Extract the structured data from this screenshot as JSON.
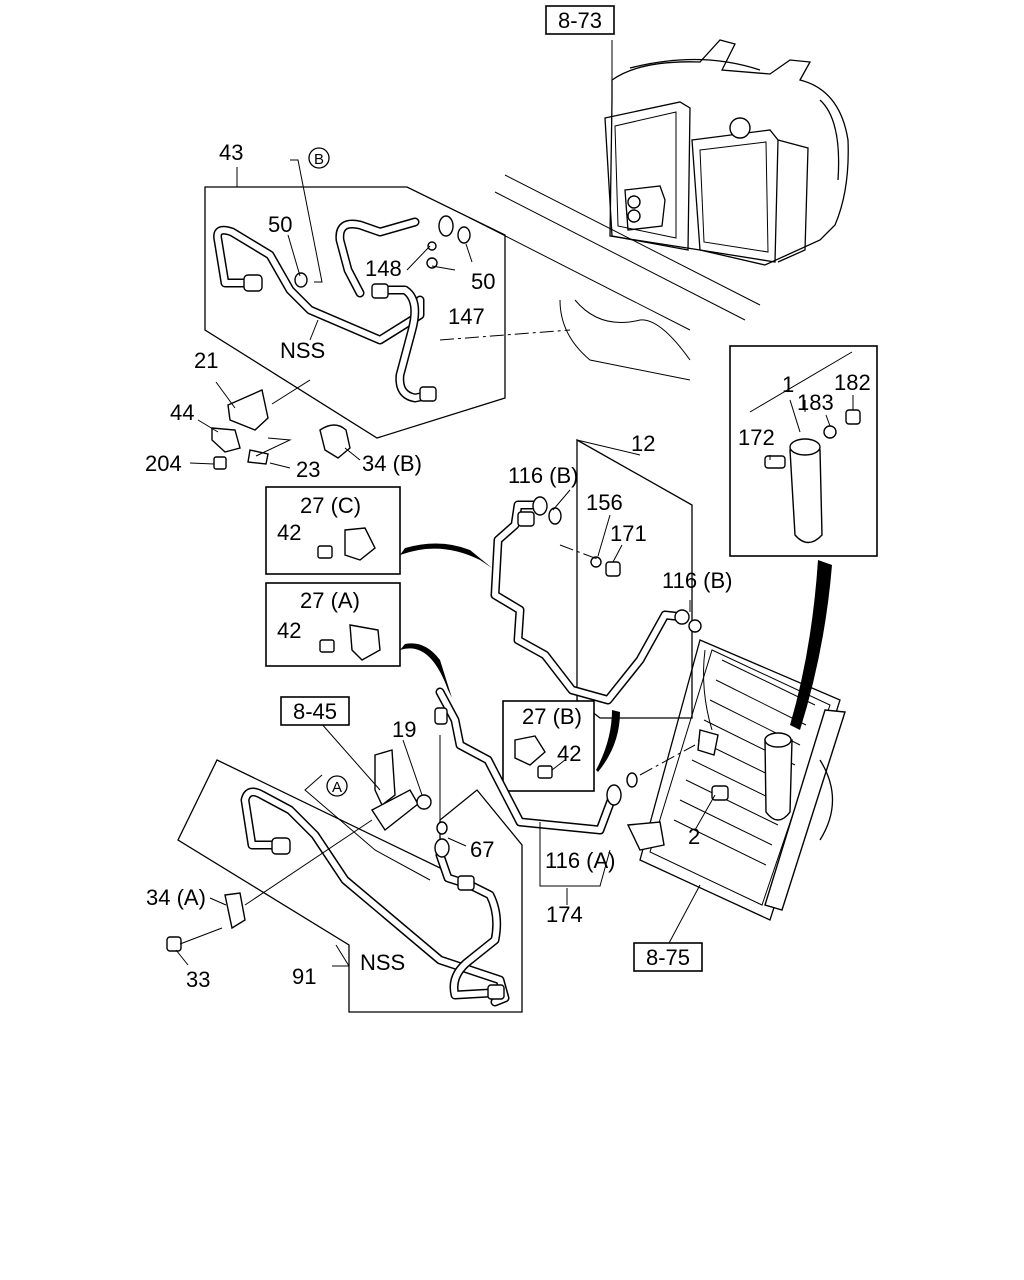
{
  "refs": {
    "r873": "8-73",
    "r845": "8-45",
    "r875": "8-75"
  },
  "circles": {
    "b": "B",
    "a": "A"
  },
  "labels": {
    "l43": "43",
    "l50a": "50",
    "l50b": "50",
    "l148": "148",
    "l147": "147",
    "nss1": "NSS",
    "l21": "21",
    "l44": "44",
    "l204": "204",
    "l23": "23",
    "l34b": "34 (B)",
    "l1": "1",
    "l182": "182",
    "l183": "183",
    "l172": "172",
    "l12": "12",
    "l116b1": "116 (B)",
    "l156": "156",
    "l171": "171",
    "l116b2": "116 (B)",
    "l27c": "27 (C)",
    "l42c": "42",
    "l27a": "27 (A)",
    "l42a": "42",
    "l19": "19",
    "l67": "67",
    "l27b": "27 (B)",
    "l42b": "42",
    "l2": "2",
    "l116a": "116 (A)",
    "l174": "174",
    "l34a": "34 (A)",
    "l33": "33",
    "l91": "91",
    "nss2": "NSS"
  }
}
